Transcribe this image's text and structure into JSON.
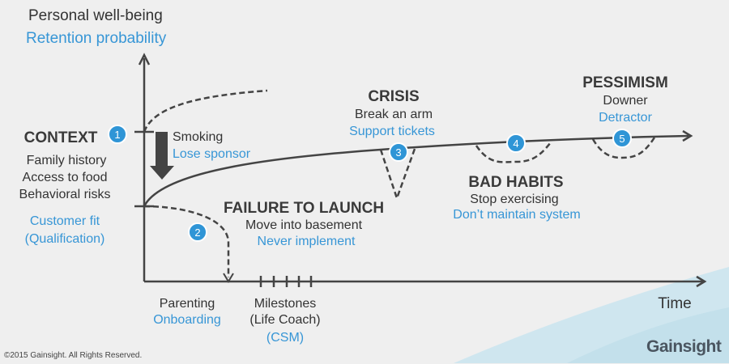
{
  "axes": {
    "y_title": "Personal well-being",
    "y_subtitle": "Retention probability",
    "x_title": "Time"
  },
  "context": {
    "title": "CONTEXT",
    "lines": [
      "Family history",
      "Access to food",
      "Behavioral risks"
    ],
    "blue": [
      "Customer fit",
      "(Qualification)"
    ]
  },
  "smoking": {
    "text": "Smoking",
    "blue": "Lose sponsor"
  },
  "failure": {
    "title": "FAILURE TO LAUNCH",
    "text": "Move into basement",
    "blue": "Never implement"
  },
  "crisis": {
    "title": "CRISIS",
    "text": "Break an arm",
    "blue": "Support tickets"
  },
  "bad_habits": {
    "title": "BAD HABITS",
    "text": "Stop exercising",
    "blue": "Don’t maintain system"
  },
  "pessimism": {
    "title": "PESSIMISM",
    "text": "Downer",
    "blue": "Detractor"
  },
  "parenting": {
    "text": "Parenting",
    "blue": "Onboarding"
  },
  "milestones": {
    "lines": [
      "Milestones",
      "(Life Coach)"
    ],
    "blue": "(CSM)"
  },
  "markers": [
    "1",
    "2",
    "3",
    "4",
    "5"
  ],
  "footer": {
    "copyright": "©2015 Gainsight. All Rights Reserved.",
    "logo": "Gainsight"
  },
  "colors": {
    "accent": "#3796d6",
    "text": "#333333"
  }
}
